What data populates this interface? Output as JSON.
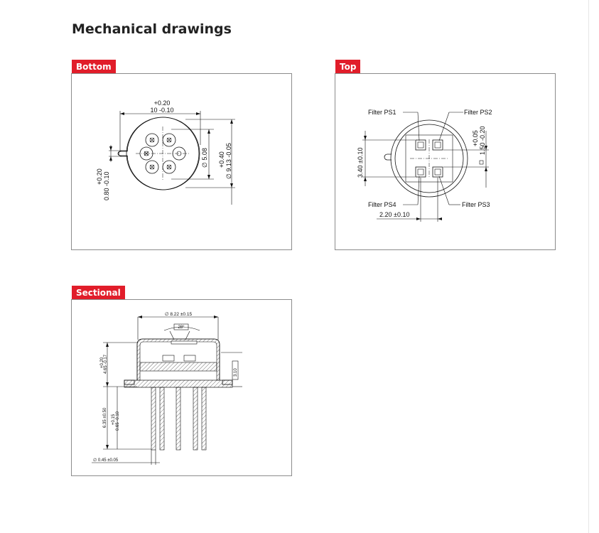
{
  "page": {
    "title": "Mechanical drawings"
  },
  "panels": {
    "bottom": {
      "label": "Bottom",
      "dims": {
        "width_tol": "+0.20",
        "width_nom": "10 -0.10",
        "pcd": "∅ 5.08",
        "dia_tol": "+0.40",
        "dia_nom": "∅ 9.13 -0.05",
        "tab_tol": "+0.20",
        "tab_nom": "0.80 -0.10"
      }
    },
    "top": {
      "label": "Top",
      "filters": [
        "Filter PS1",
        "Filter PS2",
        "Filter PS3",
        "Filter PS4"
      ],
      "dims": {
        "height": "3.40 ±0.10",
        "sq_tol": "+0.05",
        "sq_nom": "1.50 -0.20",
        "spacing": "2.20 ±0.10"
      }
    },
    "sectional": {
      "label": "Sectional",
      "dims": {
        "cap_dia": "∅ 8.22 ±0.15",
        "angle": "28°",
        "height_tol": "+0.20",
        "height_nom": "4.65 -0.17",
        "flange": "3.10",
        "lead_len": "6.35 ±0.50",
        "lead_tol": "+0.15",
        "lead_nom": "0.65 -0.10",
        "lead_dia": "∅ 0.45 ±0.05"
      }
    }
  }
}
